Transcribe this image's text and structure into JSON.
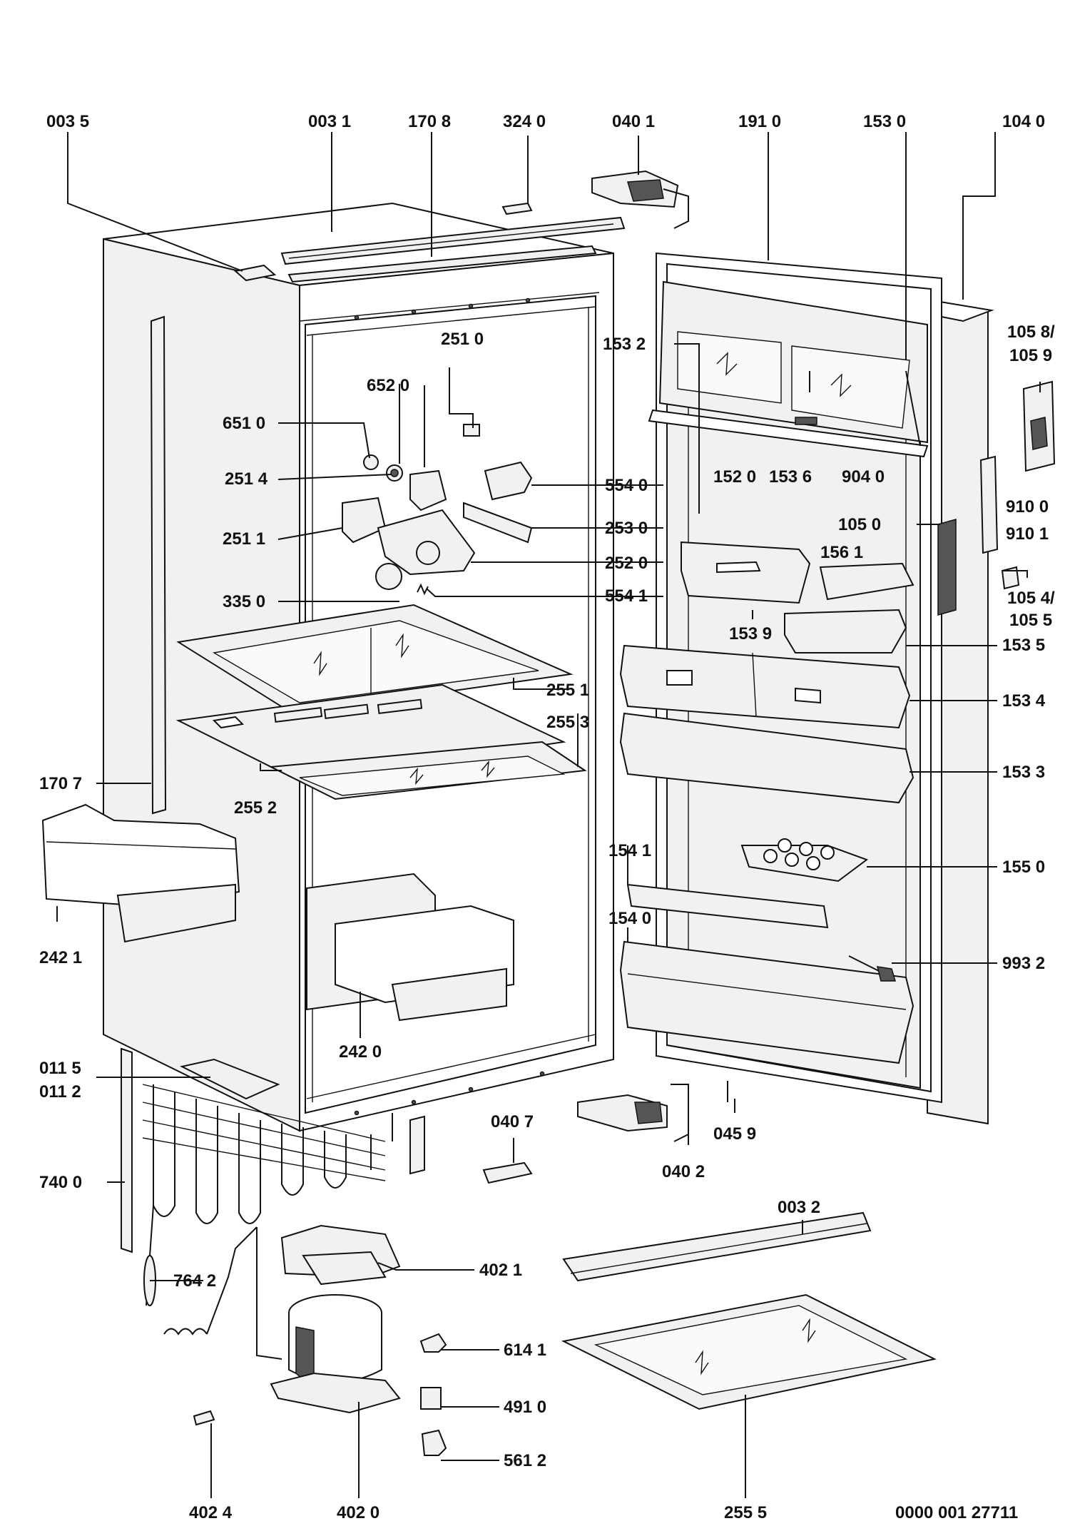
{
  "diagram": {
    "drawing_number": "0000 001 27711",
    "colors": {
      "line": "#111111",
      "fill": "#f1f1f1",
      "background": "#ffffff"
    },
    "callouts": [
      {
        "id": "c-0035",
        "text": "003 5"
      },
      {
        "id": "c-0031",
        "text": "003 1"
      },
      {
        "id": "c-1708",
        "text": "170 8"
      },
      {
        "id": "c-3240",
        "text": "324 0"
      },
      {
        "id": "c-0401",
        "text": "040 1"
      },
      {
        "id": "c-1910",
        "text": "191 0"
      },
      {
        "id": "c-1530",
        "text": "153 0"
      },
      {
        "id": "c-1040",
        "text": "104 0"
      },
      {
        "id": "c-1058",
        "text": "105 8/"
      },
      {
        "id": "c-1059",
        "text": "105 9"
      },
      {
        "id": "c-2510",
        "text": "251 0"
      },
      {
        "id": "c-6520",
        "text": "652 0"
      },
      {
        "id": "c-1532",
        "text": "153 2"
      },
      {
        "id": "c-6510",
        "text": "651 0"
      },
      {
        "id": "c-2514",
        "text": "251 4"
      },
      {
        "id": "c-5540",
        "text": "554 0"
      },
      {
        "id": "c-1520",
        "text": "152 0"
      },
      {
        "id": "c-1536",
        "text": "153 6"
      },
      {
        "id": "c-9040",
        "text": "904 0"
      },
      {
        "id": "c-9100",
        "text": "910 0"
      },
      {
        "id": "c-9101",
        "text": "910 1"
      },
      {
        "id": "c-2511",
        "text": "251 1"
      },
      {
        "id": "c-2530",
        "text": "253 0"
      },
      {
        "id": "c-1050",
        "text": "105 0"
      },
      {
        "id": "c-1561",
        "text": "156 1"
      },
      {
        "id": "c-2520",
        "text": "252 0"
      },
      {
        "id": "c-3350",
        "text": "335 0"
      },
      {
        "id": "c-5541",
        "text": "554 1"
      },
      {
        "id": "c-1054",
        "text": "105 4/"
      },
      {
        "id": "c-1055",
        "text": "105 5"
      },
      {
        "id": "c-1539",
        "text": "153 9"
      },
      {
        "id": "c-1535",
        "text": "153 5"
      },
      {
        "id": "c-2551",
        "text": "255 1"
      },
      {
        "id": "c-2553",
        "text": "255 3"
      },
      {
        "id": "c-1534",
        "text": "153 4"
      },
      {
        "id": "c-1707",
        "text": "170 7"
      },
      {
        "id": "c-2552",
        "text": "255 2"
      },
      {
        "id": "c-1533",
        "text": "153 3"
      },
      {
        "id": "c-1541",
        "text": "154 1"
      },
      {
        "id": "c-1550",
        "text": "155 0"
      },
      {
        "id": "c-1540",
        "text": "154 0"
      },
      {
        "id": "c-2421",
        "text": "242 1"
      },
      {
        "id": "c-9932",
        "text": "993 2"
      },
      {
        "id": "c-2420",
        "text": "242 0"
      },
      {
        "id": "c-0115",
        "text": "011 5"
      },
      {
        "id": "c-0112",
        "text": "011 2"
      },
      {
        "id": "c-0407",
        "text": "040 7"
      },
      {
        "id": "c-0459",
        "text": "045 9"
      },
      {
        "id": "c-0402",
        "text": "040 2"
      },
      {
        "id": "c-7400",
        "text": "740 0"
      },
      {
        "id": "c-0032",
        "text": "003 2"
      },
      {
        "id": "c-4021",
        "text": "402 1"
      },
      {
        "id": "c-7642",
        "text": "764 2"
      },
      {
        "id": "c-6141",
        "text": "614 1"
      },
      {
        "id": "c-4910",
        "text": "491 0"
      },
      {
        "id": "c-5612",
        "text": "561 2"
      },
      {
        "id": "c-4024",
        "text": "402 4"
      },
      {
        "id": "c-4020",
        "text": "402 0"
      },
      {
        "id": "c-2555",
        "text": "255 5"
      }
    ]
  }
}
